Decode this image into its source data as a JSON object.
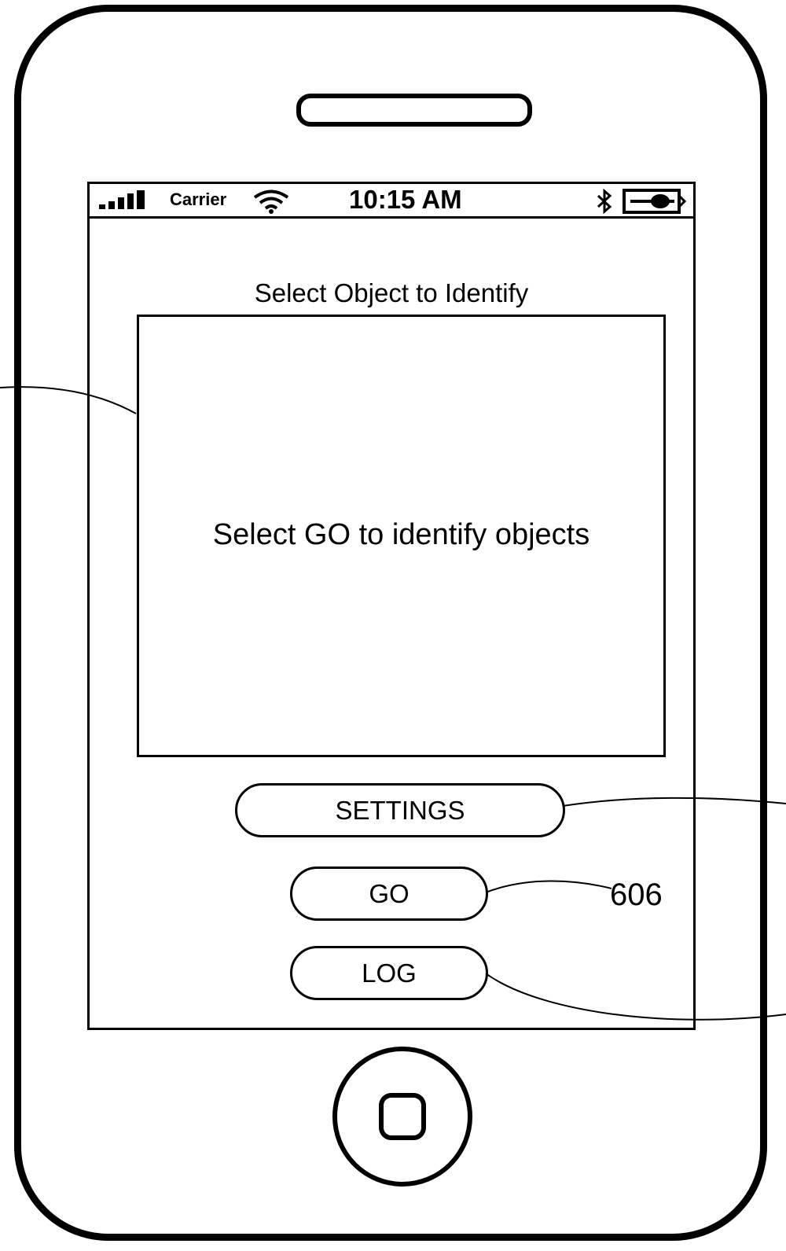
{
  "status_bar": {
    "carrier": "Carrier",
    "time": "10:15 AM",
    "icons": [
      "signal-bars-icon",
      "wifi-icon",
      "bluetooth-icon",
      "battery-charging-icon"
    ]
  },
  "screen": {
    "title": "Select Object to Identify",
    "preview_message": "Select GO to identify objects"
  },
  "buttons": {
    "settings": "SETTINGS",
    "go": "GO",
    "log": "LOG"
  },
  "reference_labels": {
    "go": "606"
  },
  "colors": {
    "line": "#000000",
    "background": "#ffffff"
  }
}
